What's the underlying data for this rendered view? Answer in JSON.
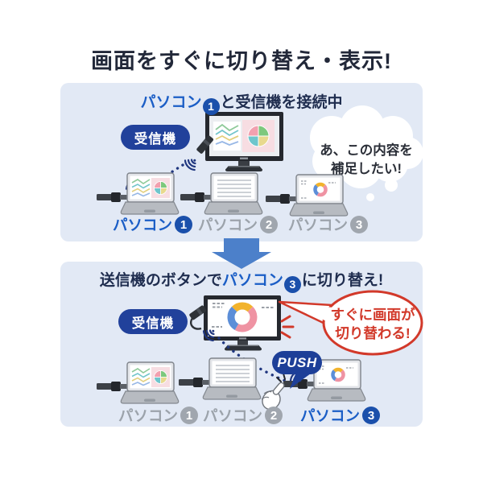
{
  "title": "画面をすぐに切り替え・表示!",
  "icons": {
    "wifi": "wifi-signal-icon",
    "down_arrow": "down-arrow-icon",
    "hand": "pressing-hand-icon"
  },
  "colors": {
    "panel_bg": "#e2e9f5",
    "accent_blue": "#1b5ec6",
    "badge_blue": "#1b50ab",
    "navy_text": "#1f2d4f",
    "inactive_gray": "#9ca3ab",
    "receiver_pill": "#21419b",
    "push_bubble": "#1d3f98",
    "alert_red": "#d2392a",
    "arrow_blue": "#4c80ca"
  },
  "step1": {
    "heading": {
      "pc": "パソコン",
      "pc_num": "1",
      "suffix": "と受信機を接続中"
    },
    "receiver_label": "受信機",
    "thought_bubble": {
      "line1": "あ、この内容を",
      "line2": "補足したい!"
    },
    "laptops": [
      {
        "name": "パソコン",
        "num": "1",
        "screen": "chart",
        "active": true
      },
      {
        "name": "パソコン",
        "num": "2",
        "screen": "document",
        "active": false
      },
      {
        "name": "パソコン",
        "num": "3",
        "screen": "donut-chart",
        "active": false
      }
    ]
  },
  "step2": {
    "heading": {
      "prefix": "送信機のボタンで",
      "pc": "パソコン",
      "pc_num": "3",
      "suffix": "に切り替え!"
    },
    "receiver_label": "受信機",
    "speech_bubble": {
      "line1": "すぐに画面が",
      "line2": "切り替わる!"
    },
    "push_label": "PUSH",
    "laptops": [
      {
        "name": "パソコン",
        "num": "1",
        "screen": "chart",
        "active": false
      },
      {
        "name": "パソコン",
        "num": "2",
        "screen": "document",
        "active": false
      },
      {
        "name": "パソコン",
        "num": "3",
        "screen": "donut-chart",
        "active": true
      }
    ]
  }
}
